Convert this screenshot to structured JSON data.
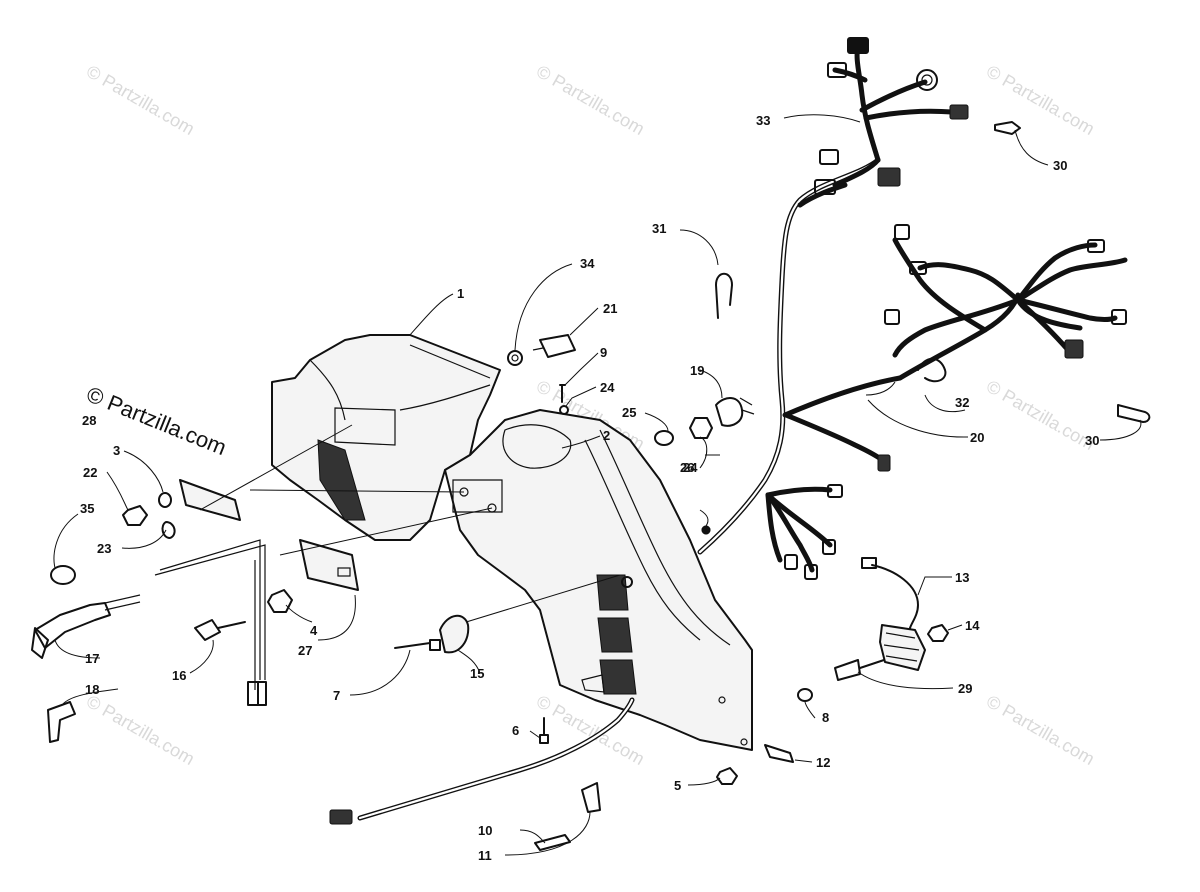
{
  "watermarks": {
    "main": "© Partzilla.com",
    "faint": "© Partzilla.com"
  },
  "callouts": [
    {
      "id": "1",
      "text": "1"
    },
    {
      "id": "2",
      "text": "2"
    },
    {
      "id": "3",
      "text": "3"
    },
    {
      "id": "4",
      "text": "4"
    },
    {
      "id": "5",
      "text": "5"
    },
    {
      "id": "6",
      "text": "6"
    },
    {
      "id": "7",
      "text": "7"
    },
    {
      "id": "8",
      "text": "8"
    },
    {
      "id": "9",
      "text": "9"
    },
    {
      "id": "10",
      "text": "10"
    },
    {
      "id": "11",
      "text": "11"
    },
    {
      "id": "12",
      "text": "12"
    },
    {
      "id": "13",
      "text": "13"
    },
    {
      "id": "14",
      "text": "14"
    },
    {
      "id": "15",
      "text": "15"
    },
    {
      "id": "16",
      "text": "16"
    },
    {
      "id": "17",
      "text": "17"
    },
    {
      "id": "18",
      "text": "18"
    },
    {
      "id": "19",
      "text": "19"
    },
    {
      "id": "20",
      "text": "20"
    },
    {
      "id": "21",
      "text": "21"
    },
    {
      "id": "22",
      "text": "22"
    },
    {
      "id": "23",
      "text": "23"
    },
    {
      "id": "24a",
      "text": "24"
    },
    {
      "id": "24b",
      "text": "24"
    },
    {
      "id": "25",
      "text": "25"
    },
    {
      "id": "26",
      "text": "26"
    },
    {
      "id": "27",
      "text": "27"
    },
    {
      "id": "28",
      "text": "28"
    },
    {
      "id": "29",
      "text": "29"
    },
    {
      "id": "30a",
      "text": "30"
    },
    {
      "id": "30b",
      "text": "30"
    },
    {
      "id": "31",
      "text": "31"
    },
    {
      "id": "32",
      "text": "32"
    },
    {
      "id": "33",
      "text": "33"
    },
    {
      "id": "34",
      "text": "34"
    },
    {
      "id": "35",
      "text": "35"
    }
  ]
}
